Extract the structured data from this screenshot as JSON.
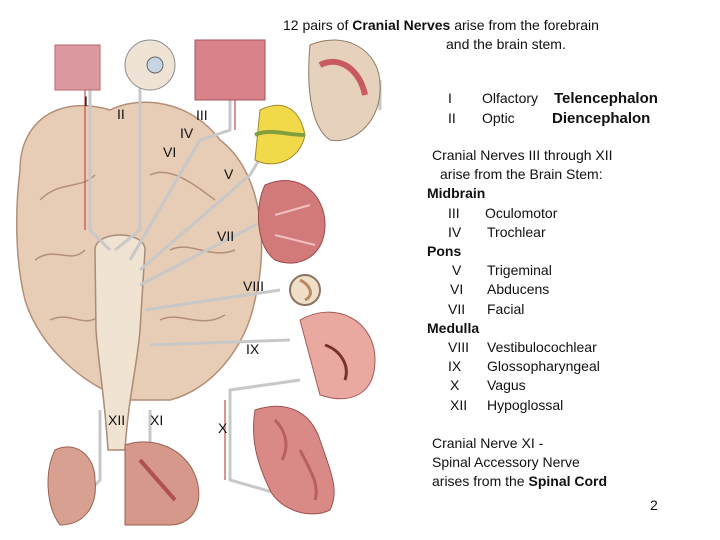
{
  "title": {
    "prefix": "12 pairs of ",
    "bold": "Cranial Nerves",
    "suffix": " arise from the forebrain",
    "line2": "and the brain stem."
  },
  "forebrain": {
    "rows": [
      {
        "num": "I",
        "name": "Olfactory",
        "region": "Telencephalon"
      },
      {
        "num": "II",
        "name": "Optic",
        "region": "Diencephalon"
      }
    ]
  },
  "brainstem": {
    "intro_line1": "Cranial Nerves III through XII",
    "intro_line2": "arise from the Brain Stem:",
    "groups": [
      {
        "name": "Midbrain",
        "nerves": [
          {
            "num": "III",
            "name": "Oculomotor"
          },
          {
            "num": "IV",
            "name": "Trochlear"
          }
        ]
      },
      {
        "name": "Pons",
        "nerves": [
          {
            "num": "V",
            "name": "Trigeminal"
          },
          {
            "num": "VI",
            "name": "Abducens"
          },
          {
            "num": "VII",
            "name": "Facial"
          }
        ]
      },
      {
        "name": "Medulla",
        "nerves": [
          {
            "num": "VIII",
            "name": "Vestibulocochlear"
          },
          {
            "num": "IX",
            "name": "Glossopharyngeal"
          },
          {
            "num": "X",
            "name": "Vagus"
          },
          {
            "num": "XII",
            "name": "Hypoglossal"
          }
        ]
      }
    ]
  },
  "spinal": {
    "line1": "Cranial Nerve XI -",
    "line2": "Spinal Accessory Nerve",
    "line3_prefix": "arises from the ",
    "line3_bold": "Spinal Cord"
  },
  "diagram_labels": {
    "I": "I",
    "II": "II",
    "III": "III",
    "IV": "IV",
    "VI": "VI",
    "V": "V",
    "VII": "VII",
    "VIII": "VIII",
    "IX": "IX",
    "XII": "XII",
    "XI": "XI",
    "X": "X"
  },
  "page_number": "2",
  "colors": {
    "nerve": "#c8c8c8",
    "brain": "#e7cdb6",
    "tissue": "#d9828a"
  }
}
